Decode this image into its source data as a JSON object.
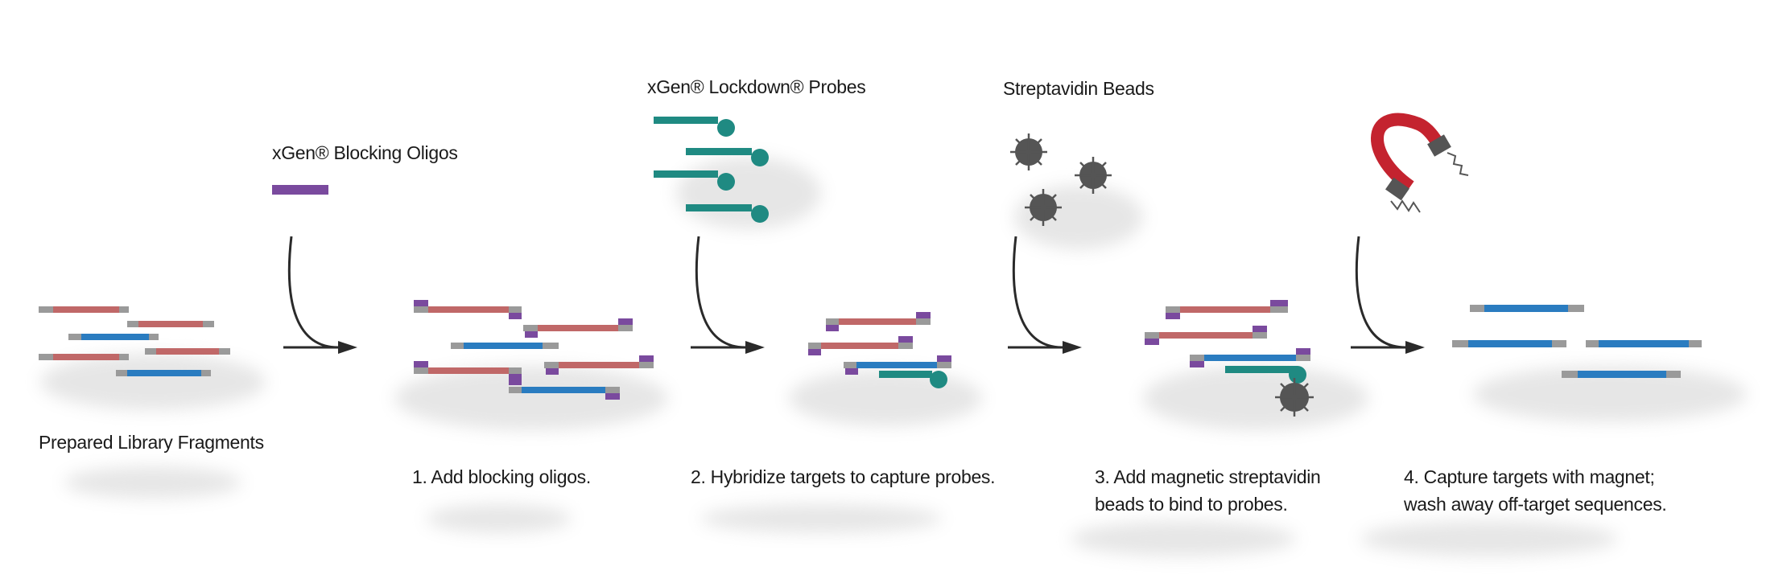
{
  "labels": {
    "blocking_oligos": "xGen® Blocking Oligos",
    "lockdown_probes": "xGen® Lockdown® Probes",
    "streptavidin_beads": "Streptavidin Beads",
    "prepared_fragments": "Prepared Library Fragments",
    "step1": "1. Add blocking oligos.",
    "step2": "2. Hybridize targets to capture probes.",
    "step3_line1": "3. Add magnetic streptavidin",
    "step3_line2": "beads to bind to probes.",
    "step4_line1": "4. Capture targets with magnet;",
    "step4_line2": "wash away off-target sequences."
  },
  "colors": {
    "on_target": "#2a7cc0",
    "off_target": "#c06868",
    "adapter": "#9a9a9a",
    "blocker": "#7a4a9e",
    "probe": "#1f8a82",
    "bead": "#555555",
    "magnet": "#c4232f",
    "arrow": "#2a2a2a"
  }
}
